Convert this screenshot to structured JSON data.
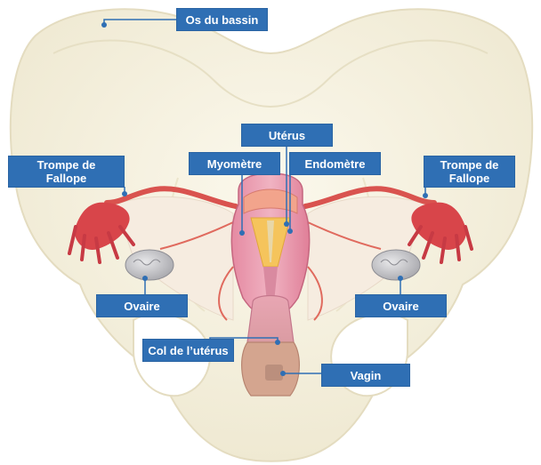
{
  "labels": {
    "os_bassin": "Os du bassin",
    "uterus": "Utérus",
    "myometre": "Myomètre",
    "endometre": "Endomètre",
    "trompe_left": {
      "line1": "Trompe de",
      "line2": "Fallope"
    },
    "trompe_right": {
      "line1": "Trompe de",
      "line2": "Fallope"
    },
    "ovaire_left": "Ovaire",
    "ovaire_right": "Ovaire",
    "col_uterus": "Col de l’utérus",
    "vagin": "Vagin"
  },
  "colors": {
    "label_bg": "#2f6fb4",
    "leader_line": "#2f6fb4",
    "bone": "#f7f3e3",
    "uterus_muscle": "#e8a3b4",
    "endometrium": "#f5c45c",
    "fallopian": "#d9534f",
    "ovary": "#c9c9cc"
  }
}
